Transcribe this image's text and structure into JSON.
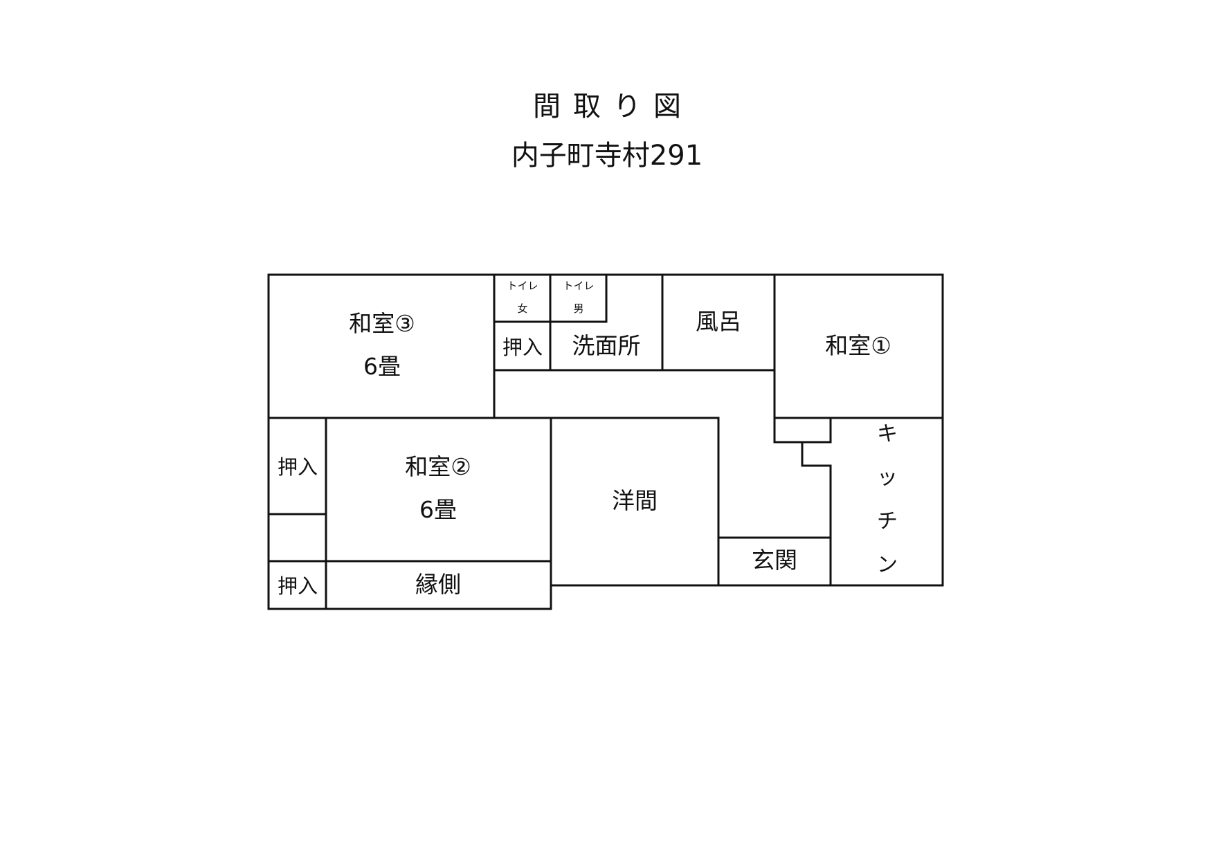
{
  "header": {
    "title": "間取り図",
    "address": "内子町寺村291"
  },
  "rooms": {
    "washitsu3": {
      "name": "和室③",
      "size": "6畳"
    },
    "toilet_women": {
      "line1": "トイレ",
      "line2": "女"
    },
    "toilet_men": {
      "line1": "トイレ",
      "line2": "男"
    },
    "closet_top": {
      "name": "押入"
    },
    "washroom": {
      "name": "洗面所"
    },
    "bath": {
      "name": "風呂"
    },
    "washitsu1": {
      "name": "和室①"
    },
    "closet_left_upper": {
      "name": "押入"
    },
    "washitsu2": {
      "name": "和室②",
      "size": "6畳"
    },
    "western_room": {
      "name": "洋間"
    },
    "entrance": {
      "name": "玄関"
    },
    "kitchen": {
      "name": "キッチン",
      "chars": [
        "キ",
        "ッ",
        "チ",
        "ン"
      ]
    },
    "closet_left_lower": {
      "name": "押入"
    },
    "veranda": {
      "name": "縁側"
    }
  },
  "colors": {
    "line": "#111111",
    "background": "#ffffff"
  }
}
